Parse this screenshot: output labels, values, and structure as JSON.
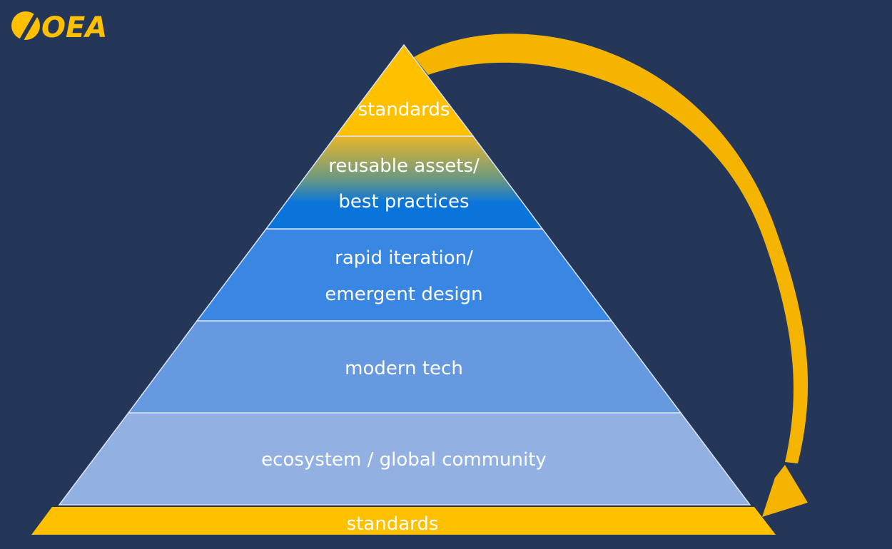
{
  "logo": {
    "text": "OEA",
    "color": "#FFC000"
  },
  "colors": {
    "background": "#253759",
    "gold": "#FFC000",
    "arrow": "#F5B400",
    "tier_blue": "#3A86E3",
    "tier_mid_blue": "#6699E0",
    "tier_light_blue": "#93B0E2",
    "tier_gradient_bottom": "#0A74DA"
  },
  "pyramid": {
    "tiers": [
      {
        "label_lines": [
          "standards"
        ]
      },
      {
        "label_lines": [
          "reusable assets/",
          "best practices"
        ]
      },
      {
        "label_lines": [
          "rapid iteration/",
          "emergent design"
        ]
      },
      {
        "label_lines": [
          "modern tech"
        ]
      },
      {
        "label_lines": [
          "ecosystem / global community"
        ]
      }
    ],
    "base": {
      "label": "standards"
    }
  },
  "arrow": {
    "icon": "curved-arrow-icon",
    "from": "top tier",
    "to": "base"
  }
}
